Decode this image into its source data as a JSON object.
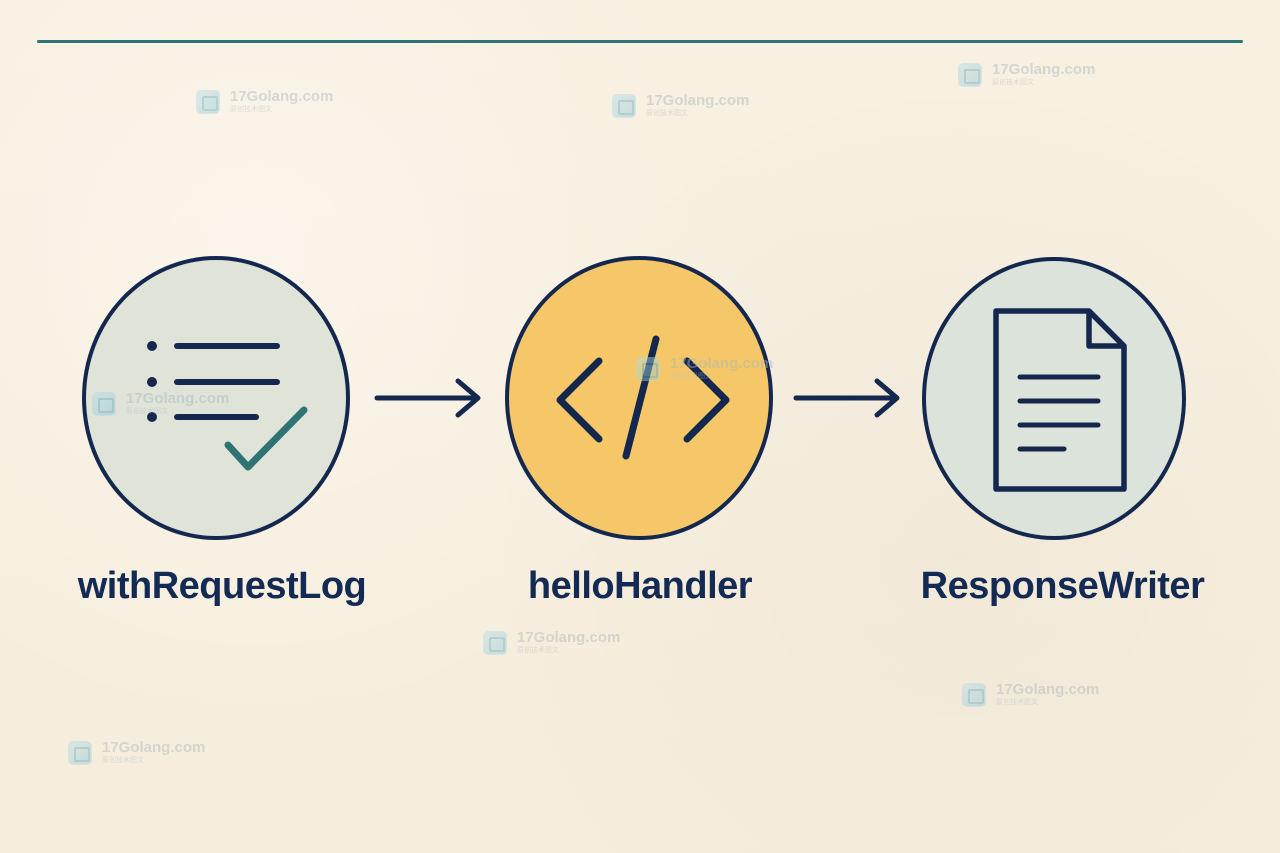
{
  "diagram": {
    "nodes": [
      {
        "label": "withRequestLog",
        "icon": "list-check-icon",
        "fill": "#dfe3d8"
      },
      {
        "label": "helloHandler",
        "icon": "code-icon",
        "fill": "#f5c768"
      },
      {
        "label": "ResponseWriter",
        "icon": "document-icon",
        "fill": "#dbe3da"
      }
    ],
    "edges": [
      {
        "from": "withRequestLog",
        "to": "helloHandler"
      },
      {
        "from": "helloHandler",
        "to": "ResponseWriter"
      }
    ],
    "colors": {
      "background": "#f8f0e1",
      "outline": "#14284f",
      "accent": "#2f7475",
      "label": "#132a55"
    }
  },
  "watermark": {
    "text": "17Golang.com",
    "subtext": "原创技术图文",
    "icon": "site-logo-icon"
  }
}
